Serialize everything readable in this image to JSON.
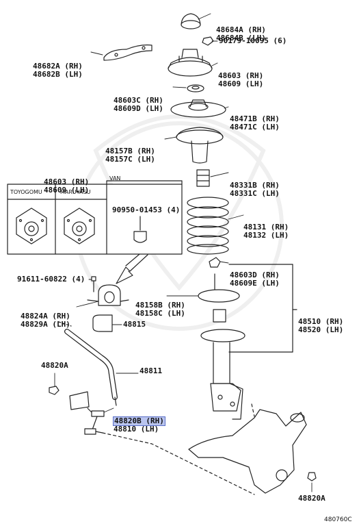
{
  "labels": {
    "top_mount_cap": [
      "48684A (RH)",
      "48684B (LH)"
    ],
    "nut": "90179-10095 (6)",
    "bracket_upper": [
      "48682A (RH)",
      "48682B (LH)"
    ],
    "upper_mount": [
      "48603 (RH)",
      "48609 (LH)"
    ],
    "spacer": [
      "48603C (RH)",
      "48609D (LH)"
    ],
    "bearing": [
      "48471B (RH)",
      "48471C (LH)"
    ],
    "spring_seat": [
      "48157B (RH)",
      "48157C (LH)"
    ],
    "bump_stop": [
      "48331B (RH)",
      "48331C (LH)"
    ],
    "alt_mount": [
      "48603 (RH)",
      "48609 (LH)"
    ],
    "spring": [
      "48131 (RH)",
      "48132 (LH)"
    ],
    "bumper": [
      "48603D (RH)",
      "48609E (LH)"
    ],
    "bolt": "91611-60822 (4)",
    "lower_seat": [
      "48158B (RH)",
      "48158C (LH)"
    ],
    "strut": [
      "48510 (RH)",
      "48520 (LH)"
    ],
    "bracket_bushing": [
      "48824A (RH)",
      "48829A (LH)"
    ],
    "bushing": "48815",
    "stab_nut_left": "48820A",
    "stab_bar": "48811",
    "link": [
      "48820B (RH)",
      "48810 (LH)"
    ],
    "stab_nut_right": "48820A",
    "van_part": "90950-01453 (4)",
    "diagram_id": "480760C"
  },
  "inset": {
    "brand1": "TOYOGOMU",
    "brand2": "MARUYASU",
    "brand3": "VAN"
  },
  "colors": {
    "line": "#222222",
    "highlight": "#b9c4ee"
  }
}
